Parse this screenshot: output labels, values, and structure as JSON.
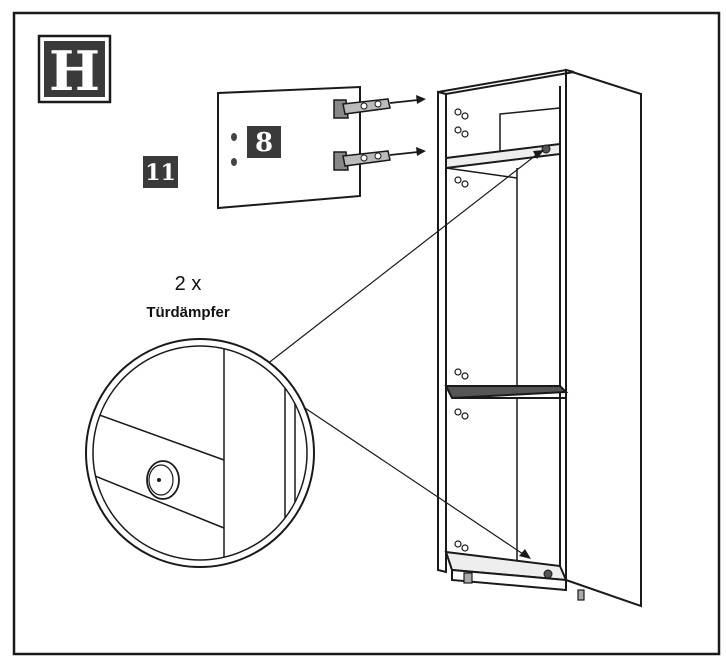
{
  "step": {
    "letter": "H"
  },
  "parts": {
    "door_number": "8",
    "panel_number": "11"
  },
  "damper": {
    "quantity": "2 x",
    "name": "Türdämpfer"
  },
  "colors": {
    "ink": "#1a1a1a",
    "badge_fill": "#3a3a3a",
    "badge_text": "#ffffff",
    "paper": "#ffffff"
  },
  "icons": [
    "hinge-icon",
    "hinge-screw-icon",
    "damper-icon",
    "magnifier-circle"
  ]
}
